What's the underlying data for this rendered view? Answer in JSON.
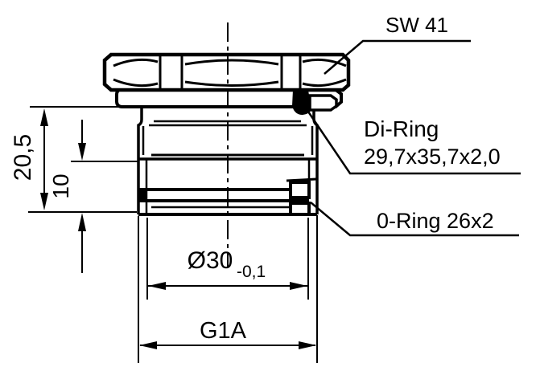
{
  "drawing": {
    "callouts": {
      "wrench_size": "SW 41",
      "di_ring_name": "Di-Ring",
      "di_ring_size": "29,7x35,7x2,0",
      "o_ring": "0-Ring 26x2"
    },
    "dimensions": {
      "overall_length": "20,5",
      "thread_length": "10",
      "diameter": "Ø30",
      "diameter_tolerance": "-0,1",
      "thread": "G1A"
    },
    "colors": {
      "line": "#000000",
      "background": "#ffffff"
    }
  }
}
